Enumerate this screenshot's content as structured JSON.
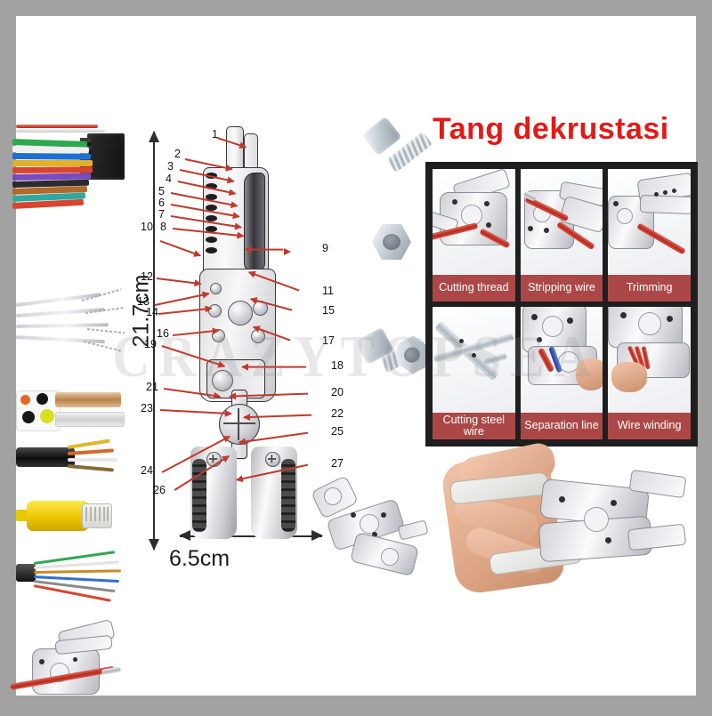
{
  "image": {
    "background_color": "#a2a2a2",
    "canvas_color": "#ffffff",
    "watermark_text": "CRAZYTOPSEA"
  },
  "title": {
    "text": "Tang dekrustasi",
    "color": "#e01b18"
  },
  "dimensions": {
    "height_label": "21.7cm",
    "width_label": "6.5cm"
  },
  "callouts": {
    "numbers": [
      "1",
      "2",
      "3",
      "4",
      "5",
      "6",
      "7",
      "8",
      "9",
      "10",
      "11",
      "12",
      "13",
      "14",
      "15",
      "16",
      "17",
      "18",
      "19",
      "20",
      "21",
      "22",
      "23",
      "24",
      "25",
      "26",
      "27"
    ]
  },
  "feature_grid": {
    "frame_color": "#1f1f1f",
    "caption_color": "#ab4847",
    "cells": [
      {
        "caption": "Cutting thread"
      },
      {
        "caption": "Stripping wire"
      },
      {
        "caption": "Trimming"
      },
      {
        "caption": "Cutting steel wire"
      },
      {
        "caption": "Separation line"
      },
      {
        "caption": "Wire winding"
      }
    ]
  },
  "left_samples": [
    {
      "name": "ribbon-cable-with-connector"
    },
    {
      "name": "stripped-conductor-bundle"
    },
    {
      "name": "spotted-insulation-cable"
    },
    {
      "name": "black-jacket-network-cable"
    },
    {
      "name": "yellow-utp-patch-cord"
    },
    {
      "name": "split-twisted-pairs"
    },
    {
      "name": "pliers-stripping-red-wire"
    }
  ],
  "fasteners": [
    {
      "name": "hex-bolt"
    },
    {
      "name": "hex-nut"
    },
    {
      "name": "bolt-with-nut"
    }
  ],
  "bottom_scenes": [
    {
      "name": "multi-tool-pliers-small"
    },
    {
      "name": "hand-holding-pliers"
    }
  ]
}
